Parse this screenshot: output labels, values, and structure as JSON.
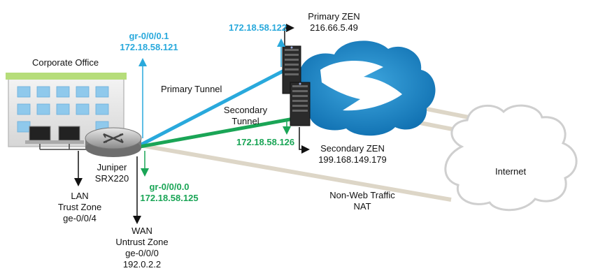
{
  "office": {
    "title": "Corporate Office"
  },
  "router": {
    "line1": "Juniper",
    "line2": "SRX220"
  },
  "lan": {
    "line1": "LAN",
    "line2": "Trust Zone",
    "line3": "ge-0/0/4"
  },
  "wan": {
    "line1": "WAN",
    "line2": "Untrust Zone",
    "line3": "ge-0/0/0",
    "line4": "192.0.2.2"
  },
  "gr01": {
    "name": "gr-0/0/0.1",
    "ip": "172.18.58.121"
  },
  "gr00": {
    "name": "gr-0/0/0.0",
    "ip": "172.18.58.125"
  },
  "primary_tunnel": "Primary Tunnel",
  "secondary_tunnel": {
    "line1": "Secondary",
    "line2": "Tunnel"
  },
  "primary_zen": {
    "tunnel_ip": "172.18.58.122",
    "name": "Primary ZEN",
    "ip": "216.66.5.49"
  },
  "secondary_zen": {
    "tunnel_ip": "172.18.58.126",
    "name": "Secondary ZEN",
    "ip": "199.168.149.179"
  },
  "internet": "Internet",
  "nonweb": {
    "line1": "Non-Web Traffic",
    "line2": "NAT"
  },
  "colors": {
    "primary": "#29a9dc",
    "secondary": "#1aa556",
    "nonweb": "#ddd6c7",
    "cloud": "#1e88c8"
  }
}
